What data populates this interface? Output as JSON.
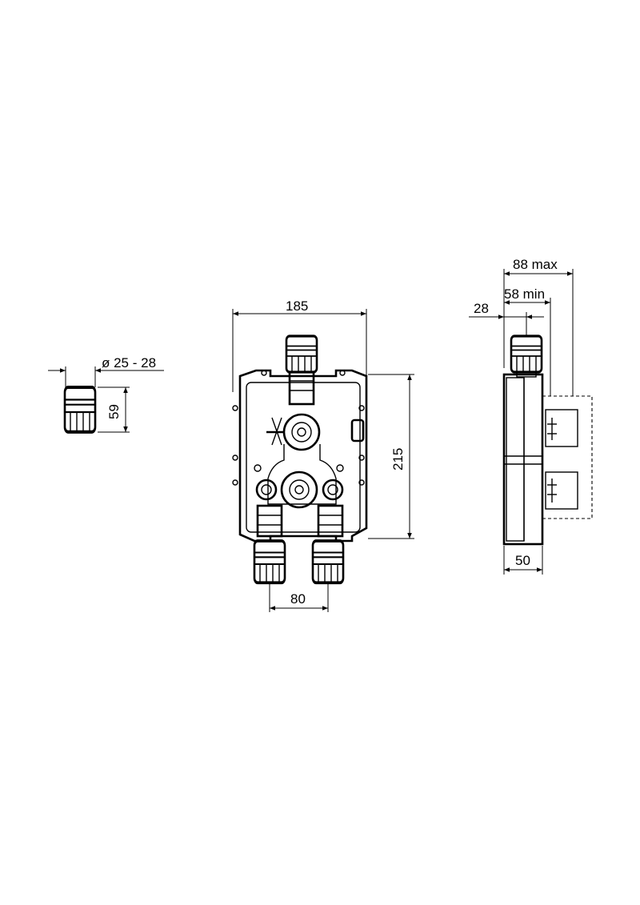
{
  "dimensions": {
    "connector_diameter": "ø 25 - 28",
    "connector_height": "59",
    "box_width": "185",
    "box_height": "215",
    "outlet_spacing": "80",
    "depth_max": "88 max",
    "depth_min": "58 min",
    "front_offset": "28",
    "box_depth": "50"
  }
}
